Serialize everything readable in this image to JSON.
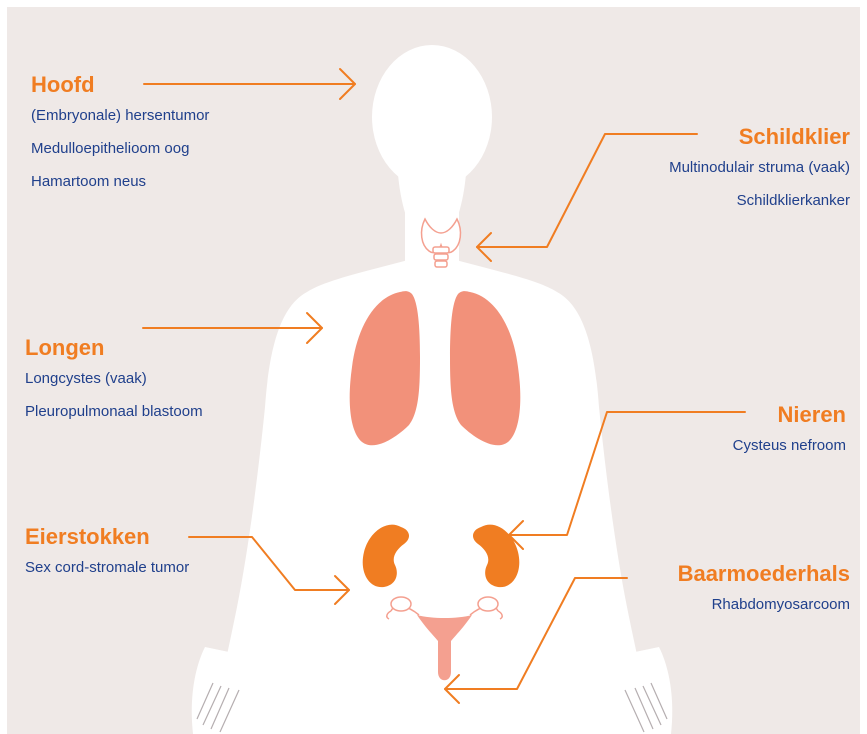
{
  "colors": {
    "accent": "#f07d22",
    "text": "#20408c",
    "background": "#efe9e7",
    "body": "#ffffff",
    "lung": "#f2917a",
    "kidney": "#f07d22",
    "uterus": "#f4a090"
  },
  "sections": {
    "head": {
      "title": "Hoofd",
      "items": [
        "(Embryonale) hersentumor",
        "Medulloepithelioom oog",
        "Hamartoom neus"
      ]
    },
    "thyroid": {
      "title": "Schildklier",
      "items": [
        "Multinodulair struma (vaak)",
        "Schildklierkanker"
      ]
    },
    "lungs": {
      "title": "Longen",
      "items": [
        "Longcystes (vaak)",
        "Pleuropulmonaal blastoom"
      ]
    },
    "kidneys": {
      "title": "Nieren",
      "items": [
        "Cysteus nefroom"
      ]
    },
    "ovaries": {
      "title": "Eierstokken",
      "items": [
        "Sex cord-stromale tumor"
      ]
    },
    "cervix": {
      "title": "Baarmoederhals",
      "items": [
        "Rhabdomyosarcoom"
      ]
    }
  }
}
